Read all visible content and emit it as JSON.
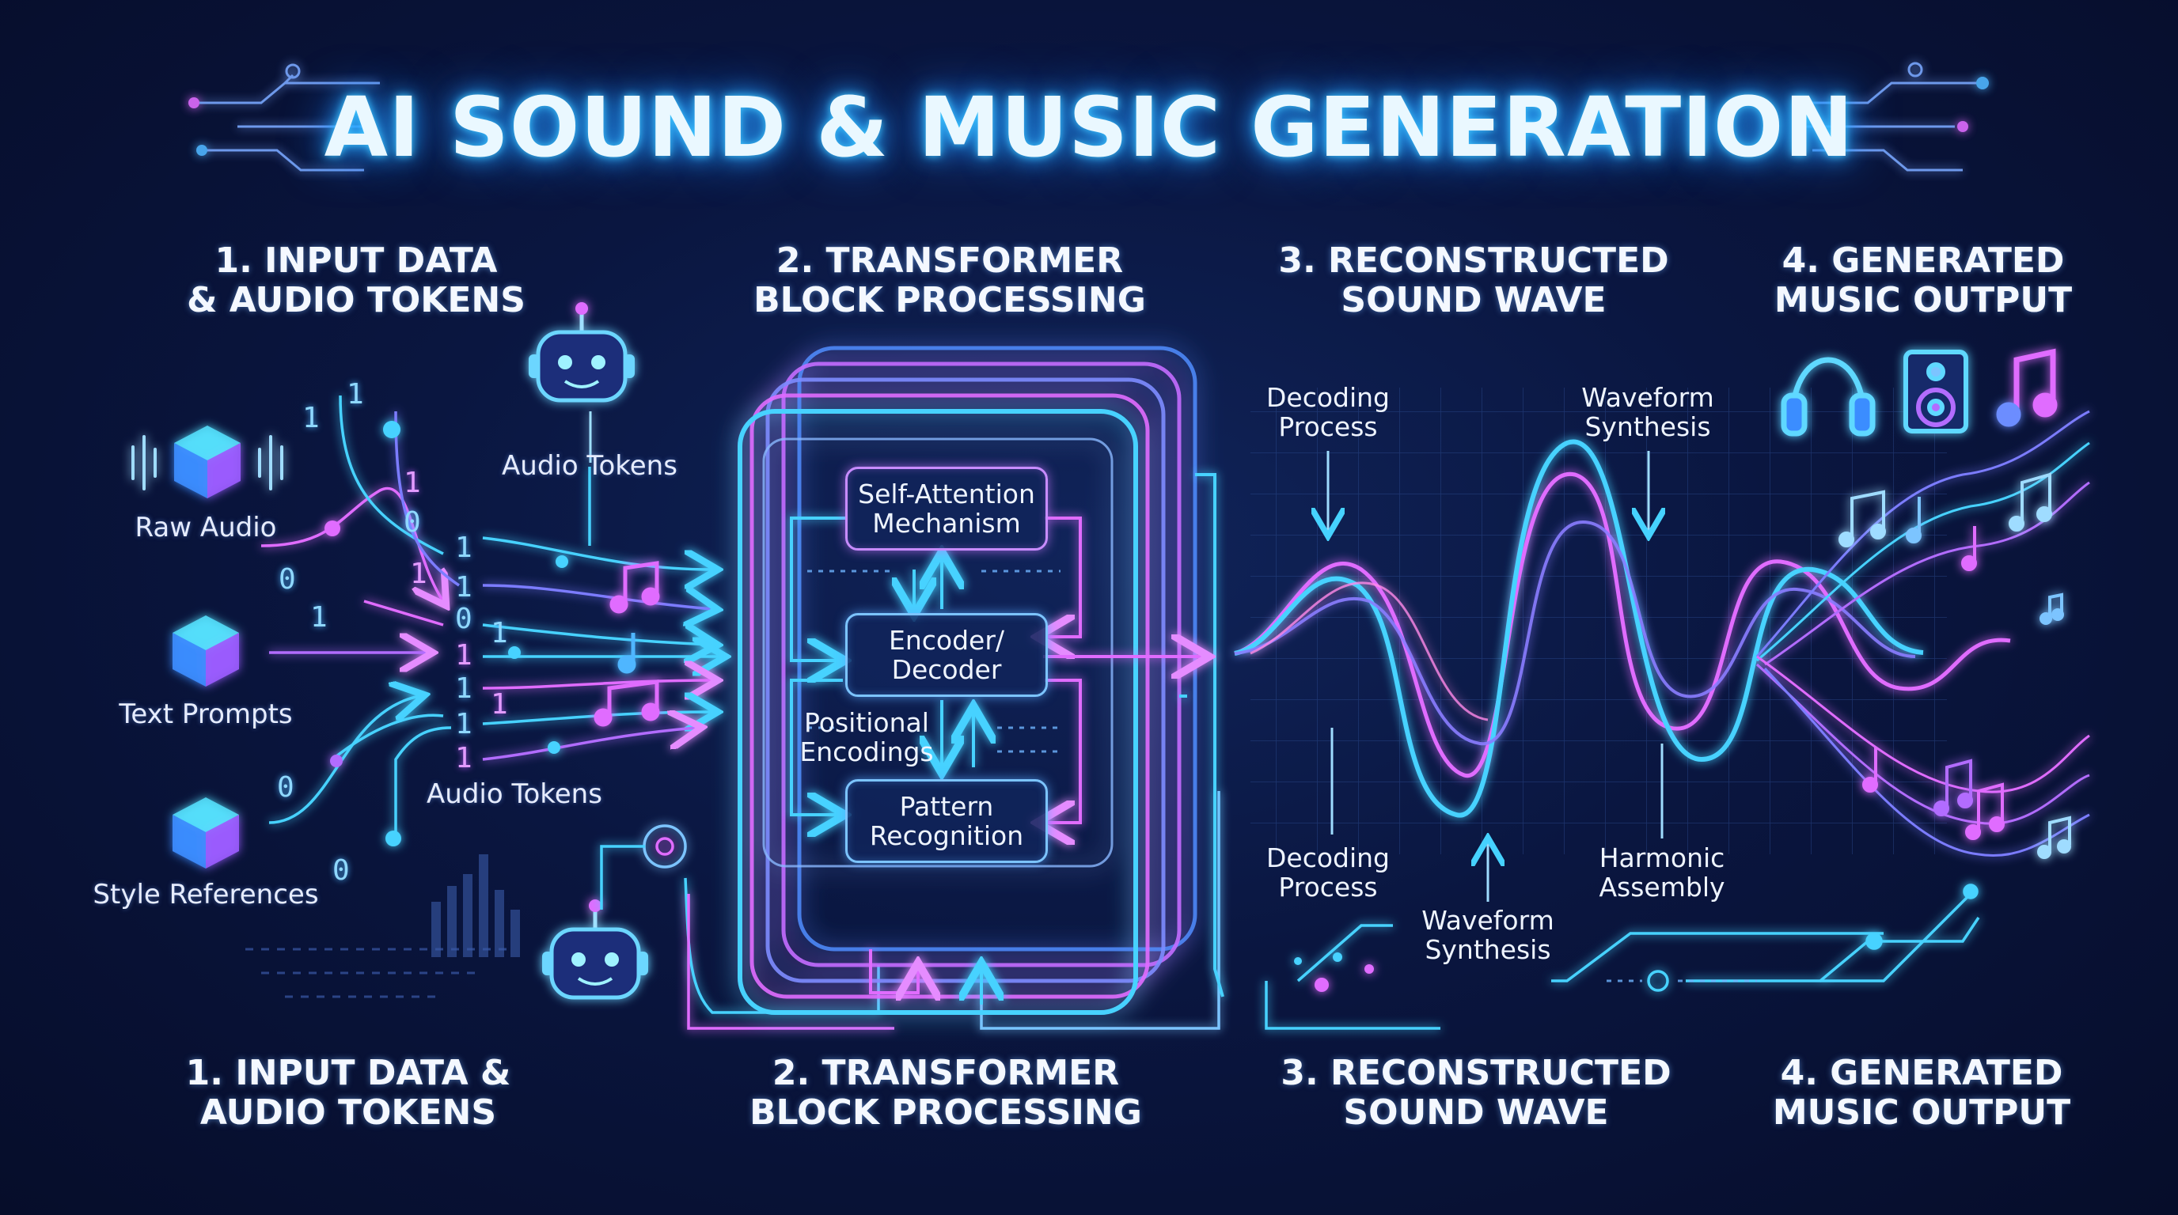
{
  "title": "AI SOUND & MUSIC GENERATION",
  "steps_top": [
    {
      "line1": "1. INPUT DATA",
      "line2": "& AUDIO TOKENS"
    },
    {
      "line1": "2. TRANSFORMER",
      "line2": "BLOCK PROCESSING"
    },
    {
      "line1": "3. RECONSTRUCTED",
      "line2": "SOUND WAVE"
    },
    {
      "line1": "4. GENERATED",
      "line2": "MUSIC OUTPUT"
    }
  ],
  "steps_bottom": [
    {
      "line1": "1. INPUT DATA &",
      "line2": "AUDIO TOKENS"
    },
    {
      "line1": "2. TRANSFORMER",
      "line2": "BLOCK PROCESSING"
    },
    {
      "line1": "3. RECONSTRUCTED",
      "line2": "SOUND WAVE"
    },
    {
      "line1": "4. GENERATED",
      "line2": "MUSIC OUTPUT"
    }
  ],
  "inputs": {
    "raw_audio": "Raw Audio",
    "text_prompts": "Text Prompts",
    "style_references": "Style References",
    "audio_tokens_top": "Audio Tokens",
    "audio_tokens_mid": "Audio Tokens"
  },
  "transformer": {
    "self_attention": {
      "line1": "Self-Attention",
      "line2": "Mechanism"
    },
    "encoder_decoder": {
      "line1": "Encoder/",
      "line2": "Decoder"
    },
    "positional": {
      "line1": "Positional",
      "line2": "Encodings"
    },
    "pattern": {
      "line1": "Pattern",
      "line2": "Recognition"
    }
  },
  "wave": {
    "decoding_top": {
      "line1": "Decoding",
      "line2": "Process"
    },
    "synthesis_top": {
      "line1": "Waveform",
      "line2": "Synthesis"
    },
    "decoding_bottom": {
      "line1": "Decoding",
      "line2": "Process"
    },
    "synthesis_bottom": {
      "line1": "Waveform",
      "line2": "Synthesis"
    },
    "harmonic": {
      "line1": "Harmonic",
      "line2": "Assembly"
    }
  },
  "bits": [
    "1",
    "1",
    "1",
    "1",
    "1",
    "0",
    "1",
    "1",
    "1",
    "1",
    "0",
    "1",
    "1",
    "0",
    "0",
    "1",
    "1",
    "0"
  ],
  "colors": {
    "cyan": "#3fd4ff",
    "blue": "#4f8dff",
    "pink": "#e06cff",
    "magenta": "#ff5fd6",
    "background": "#0a1640"
  },
  "icons": {
    "robot": "robot-icon",
    "cube": "cube-icon",
    "headphones": "headphones-icon",
    "speaker": "speaker-icon",
    "music_note": "music-note-icon"
  }
}
